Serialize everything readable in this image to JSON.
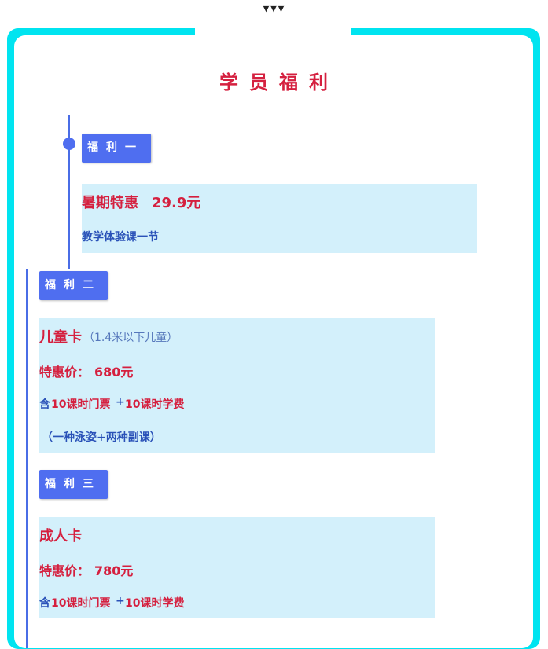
{
  "header": {
    "arrows": "▼▼▼"
  },
  "title": "学员福利",
  "benefits": [
    {
      "badge": "福利一",
      "heading": "暑期特惠",
      "price": "29.9元",
      "desc": "教学体验课一节"
    },
    {
      "badge": "福利二",
      "heading": "儿童卡",
      "note": "（1.4米以下儿童）",
      "price_label": "特惠价：",
      "price": "680元",
      "includes_prefix": "含",
      "includes_1": "10课时门票",
      "includes_plus": "+",
      "includes_2": "10课时学费",
      "extra": "（一种泳姿+两种副课）"
    },
    {
      "badge": "福利三",
      "heading": "成人卡",
      "price_label": "特惠价：",
      "price": "780元",
      "includes_prefix": "含",
      "includes_1": "10课时门票",
      "includes_plus": "+",
      "includes_2": "10课时学费"
    }
  ],
  "colors": {
    "frame": "#00e4f0",
    "badge": "#4f6ef0",
    "box": "#d3f0fb",
    "accent_red": "#d5203f",
    "text_blue": "#2a52b8"
  }
}
